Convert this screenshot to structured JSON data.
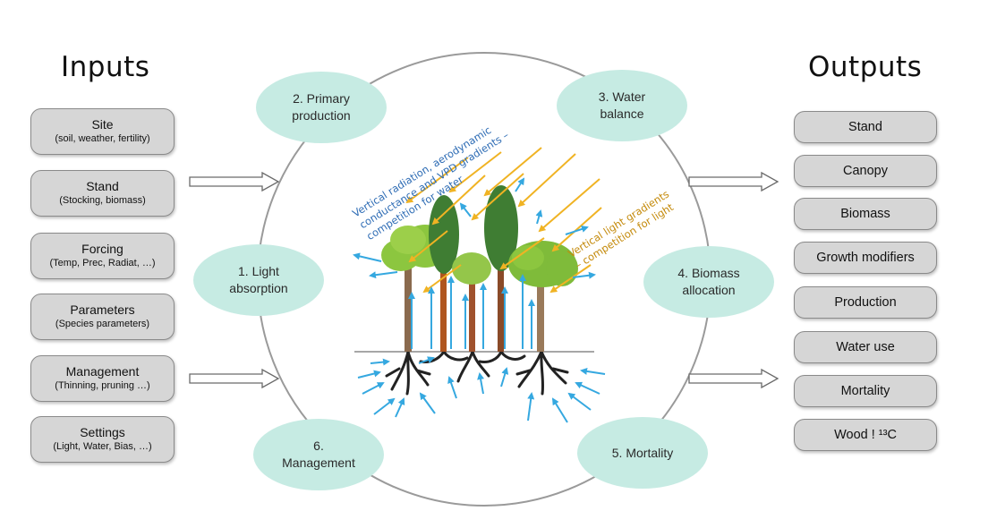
{
  "inputs": {
    "heading": "Inputs",
    "items": [
      {
        "title": "Site",
        "sub": "(soil, weather, fertility)"
      },
      {
        "title": "Stand",
        "sub": "(Stocking, biomass)"
      },
      {
        "title": "Forcing",
        "sub": "(Temp, Prec, Radiat, …)"
      },
      {
        "title": "Parameters",
        "sub": "(Species parameters)"
      },
      {
        "title": "Management",
        "sub": "(Thinning, pruning …)"
      },
      {
        "title": "Settings",
        "sub": "(Light, Water, Bias, …)"
      }
    ]
  },
  "outputs": {
    "heading": "Outputs",
    "items": [
      "Stand",
      "Canopy",
      "Biomass",
      "Growth modifiers",
      "Production",
      "Water use",
      "Mortality",
      "Wood ! ¹³C"
    ]
  },
  "processes": [
    {
      "line1": "2. Primary",
      "line2": "production"
    },
    {
      "line1": "3. Water",
      "line2": "balance"
    },
    {
      "line1": "1. Light",
      "line2": "absorption"
    },
    {
      "line1": "4. Biomass",
      "line2": "allocation"
    },
    {
      "line1": "6.",
      "line2": "Management"
    },
    {
      "line1": "5. Mortality",
      "line2": ""
    }
  ],
  "annotations": {
    "water_line1": "Vertical radiation, aerodynamic",
    "water_line2": "conductance and VPD gradients –",
    "water_line3": "competition for water",
    "light_line1": "Vertical light gradients",
    "light_line2": "– competition for light"
  },
  "colors": {
    "bubble": "#c6ebe3",
    "box_fill": "#d6d6d6",
    "water_arrow": "#35a8e0",
    "light_arrow": "#f0b323",
    "water_text": "#2f6db5",
    "light_text": "#c48a0b"
  }
}
